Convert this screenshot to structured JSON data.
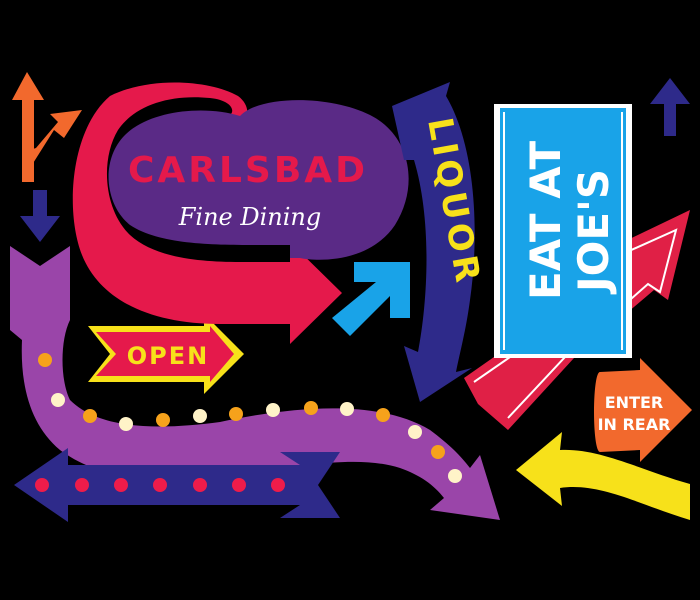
{
  "signs": {
    "carlsbad_title": "CARLSBAD",
    "carlsbad_subtitle": "Fine Dining",
    "liquor": "LIQUOR",
    "eat_at_line1": "EAT AT",
    "eat_at_line2": "JOE'S",
    "open": "OPEN",
    "enter_line1": "ENTER",
    "enter_line2": "IN REAR"
  },
  "colors": {
    "background": "#000000",
    "magenta": "#e5194b",
    "purple": "#5a2a86",
    "violet": "#9a45a9",
    "navy": "#2e2a8a",
    "sky_blue": "#19a3e8",
    "orange": "#f2692d",
    "yellow": "#f7e11a",
    "red": "#e02046",
    "bulb_white": "#fff3c8",
    "bulb_orange": "#f6a21b",
    "bulb_red": "#ee1c4a"
  }
}
